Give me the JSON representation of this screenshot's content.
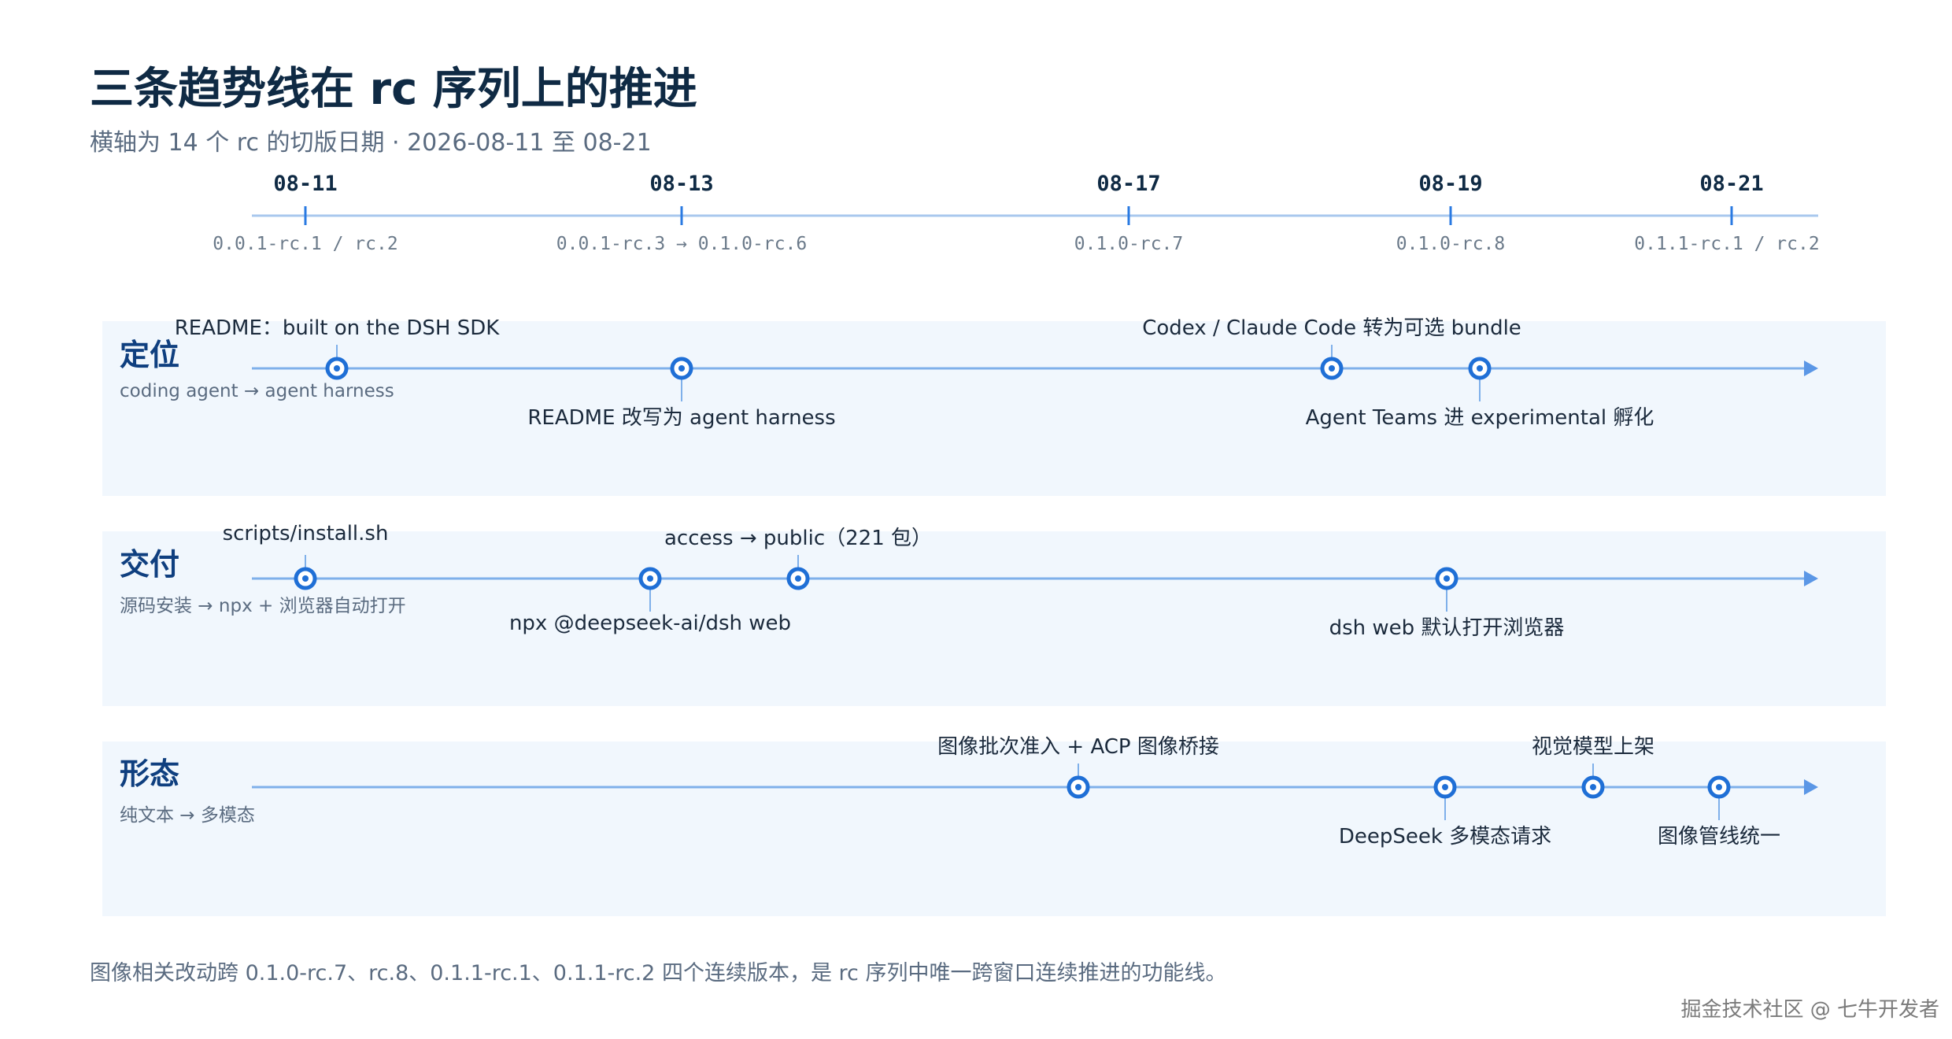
{
  "title": "三条趋势线在 rc 序列上的推进",
  "subtitle": "横轴为 14 个 rc 的切版日期 · 2026-08-11 至 08-21",
  "timeline": {
    "dates": [
      {
        "label": "08-11",
        "rc": "0.0.1-rc.1 / rc.2"
      },
      {
        "label": "08-13",
        "rc": "0.0.1-rc.3 → 0.1.0-rc.6"
      },
      {
        "label": "08-17",
        "rc": "0.1.0-rc.7"
      },
      {
        "label": "08-19",
        "rc": "0.1.0-rc.8"
      },
      {
        "label": "08-21",
        "rc": "0.1.1-rc.1 / rc.2"
      }
    ]
  },
  "lanes": [
    {
      "title": "定位",
      "desc": "coding agent → agent harness",
      "events": [
        {
          "label": "README：built on the DSH SDK",
          "side": "above"
        },
        {
          "label": "README 改写为 agent harness",
          "side": "below"
        },
        {
          "label": "Codex / Claude Code 转为可选 bundle",
          "side": "above"
        },
        {
          "label": "Agent Teams 进 experimental 孵化",
          "side": "below"
        }
      ]
    },
    {
      "title": "交付",
      "desc": "源码安装 → npx + 浏览器自动打开",
      "events": [
        {
          "label": "scripts/install.sh",
          "side": "above"
        },
        {
          "label": "npx @deepseek-ai/dsh web",
          "side": "below"
        },
        {
          "label": "access → public（221 包）",
          "side": "above"
        },
        {
          "label": "dsh web 默认打开浏览器",
          "side": "below"
        }
      ]
    },
    {
      "title": "形态",
      "desc": "纯文本 → 多模态",
      "events": [
        {
          "label": "图像批次准入 + ACP 图像桥接",
          "side": "above"
        },
        {
          "label": "DeepSeek 多模态请求",
          "side": "below"
        },
        {
          "label": "视觉模型上架",
          "side": "above"
        },
        {
          "label": "图像管线统一",
          "side": "below"
        }
      ]
    }
  ],
  "footnote": "图像相关改动跨 0.1.0-rc.7、rc.8、0.1.1-rc.1、0.1.1-rc.2 四个连续版本，是 rc 序列中唯一跨窗口连续推进的功能线。",
  "watermark": "掘金技术社区 @ 七牛开发者",
  "colors": {
    "accent": "#2a7ae2",
    "axis": "#a9c8ee",
    "lane_bg": "#f1f7fd",
    "title": "#0f2a44",
    "lane_title": "#0f3f7f",
    "muted": "#5a6b80"
  }
}
